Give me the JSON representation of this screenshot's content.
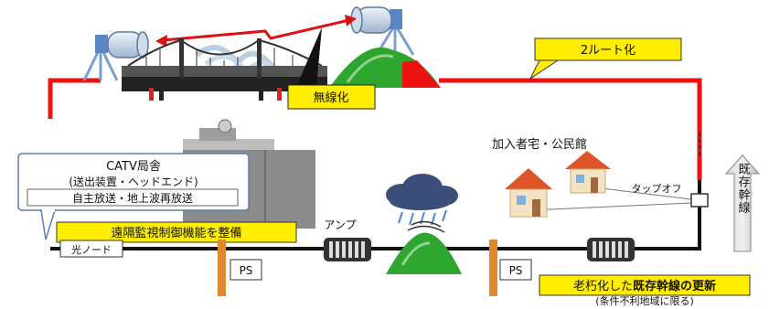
{
  "labels": {
    "route2": "2ルート化",
    "wireless": "無線化",
    "subscriber": "加入者宅・公民館",
    "catv_line1": "CATV局舎",
    "catv_line2": "(送出装置・ヘッドエンド)",
    "broadcast": "自主放送・地上波再放送",
    "monitoring": "遠隔監視制御機能を整備",
    "amp": "アンプ",
    "optical_node": "光ノード",
    "ps": "PS",
    "tapoff": "タップオフ",
    "existing_trunk": "既存幹線",
    "renewal_prefix": "老朽化した",
    "renewal_emphasis": "既存幹線の更新",
    "condition": "(条件不利地域に限る)"
  },
  "colors": {
    "red_line": "#ee1111",
    "black_line": "#111111",
    "callout_yellow": "#ffee00",
    "hill_green": "#33aa33",
    "house_roof": "#e0542a",
    "pole_orange": "#e0892e"
  },
  "icons": [
    "antenna-dish-icon",
    "suspension-bridge-icon",
    "hill-icon",
    "rain-cloud-icon",
    "house-icon",
    "amplifier-icon",
    "tapoff-box-icon",
    "up-arrow-icon"
  ]
}
